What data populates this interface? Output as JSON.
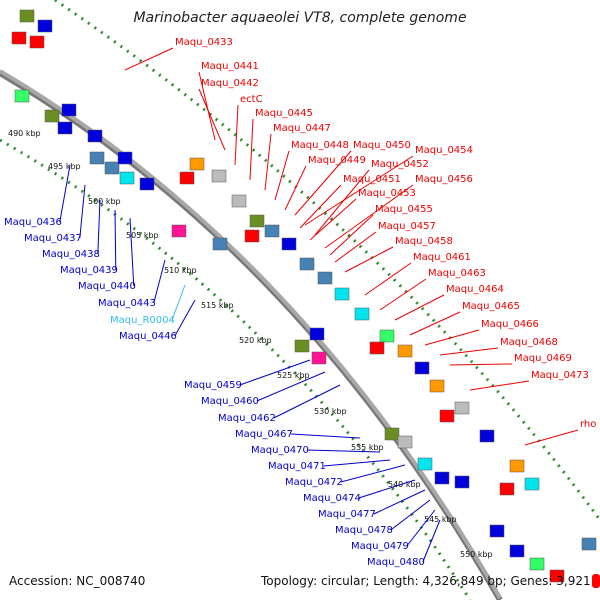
{
  "title": "Marinobacter aquaeolei VT8, complete genome",
  "footer": {
    "accession": "Accession: NC_008740",
    "topology": "Topology: circular; Length: 4,326,849 bp; Genes: 3,921"
  },
  "colors": {
    "backbone": "#a8a8a8",
    "scale_dots": "#2e8b2e",
    "label_forward": "#ee0000",
    "label_reverse": "#0000cc",
    "label_rna": "#33bbee",
    "gene_red": "#ff0000",
    "gene_blue": "#0000dd",
    "gene_orange": "#ff9900",
    "gene_cyan": "#00e5ee",
    "gene_magenta": "#ff1493",
    "gene_olive": "#6b8e23",
    "gene_steel": "#4682b4",
    "gene_gray": "#bbbbbb",
    "gene_lime": "#33ff66"
  },
  "scale_labels": [
    "490 kbp",
    "495 kbp",
    "500 kbp",
    "505 kbp",
    "510 kbp",
    "515 kbp",
    "520 kbp",
    "525 kbp",
    "530 kbp",
    "535 kbp",
    "540 kbp",
    "545 kbp",
    "550 kbp"
  ],
  "forward_labels": [
    "Maqu_0433",
    "Maqu_0441",
    "Maqu_0442",
    "ectC",
    "Maqu_0445",
    "Maqu_0447",
    "Maqu_0448",
    "Maqu_0450",
    "Maqu_0454",
    "Maqu_0449",
    "Maqu_0452",
    "Maqu_0451",
    "Maqu_0456",
    "Maqu_0453",
    "Maqu_0455",
    "Maqu_0457",
    "Maqu_0458",
    "Maqu_0461",
    "Maqu_0463",
    "Maqu_0464",
    "Maqu_0465",
    "Maqu_0466",
    "Maqu_0468",
    "Maqu_0469",
    "Maqu_0473",
    "rho"
  ],
  "reverse_labels": [
    "Maqu_0436",
    "Maqu_0437",
    "Maqu_0438",
    "Maqu_0439",
    "Maqu_0440",
    "Maqu_0443",
    "Maqu_R0004",
    "Maqu_0446",
    "Maqu_0459",
    "Maqu_0460",
    "Maqu_0462",
    "Maqu_0467",
    "Maqu_0470",
    "Maqu_0471",
    "Maqu_0472",
    "Maqu_0474",
    "Maqu_0477",
    "Maqu_0478",
    "Maqu_0479",
    "Maqu_0480"
  ]
}
